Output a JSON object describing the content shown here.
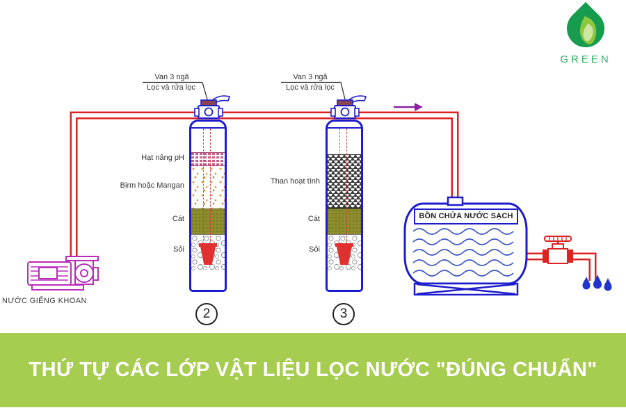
{
  "logo": {
    "brand": "GREEN"
  },
  "diagram": {
    "valve_labels": [
      {
        "line1": "Van 3 ngã",
        "line2": "Lọc và rửa lọc"
      },
      {
        "line1": "Van 3 ngã",
        "line2": "Lọc và rửa lọc"
      }
    ],
    "pump_label": "NƯỚC GIẾNG KHOAN",
    "tank_label": "BỒN CHỨA NƯỚC SẠCH",
    "filters": [
      {
        "number": "2",
        "layers": [
          "Hạt nâng pH",
          "Birm hoặc Mangan",
          "Cát",
          "Sỏi"
        ]
      },
      {
        "number": "3",
        "layers": [
          "Than hoạt tính",
          "Cát",
          "Sỏi"
        ]
      }
    ]
  },
  "banner": {
    "title": "THỨ TỰ CÁC LỚP VẬT LIỆU LỌC NƯỚC \"ĐÚNG CHUẨN\""
  },
  "colors": {
    "pipe_red": "#dd2222",
    "vessel_blue": "#1c1ccc",
    "pump_magenta": "#bb2bbb",
    "arrow_purple": "#882299",
    "banner_green": "#a6cc50",
    "logo_green": "#169b4f",
    "water_blue": "#2233cc"
  }
}
